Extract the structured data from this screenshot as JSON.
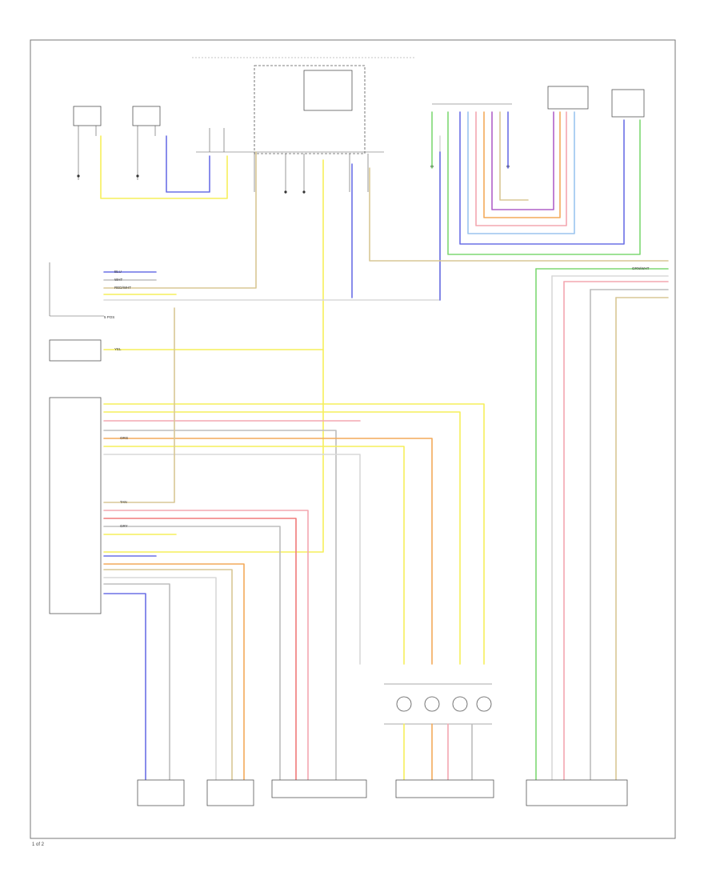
{
  "footer": {
    "code": "1 of 2"
  },
  "colors": {
    "yellow": "#f6ef5c",
    "blue": "#6b70e6",
    "lightblue": "#9bc4ee",
    "green": "#7ed873",
    "pink": "#f3a7b1",
    "orange": "#f4aa5a",
    "violet": "#b060c8",
    "tan": "#d8c795",
    "gray": "#bdbdbd",
    "lightgray": "#d8d8d8",
    "red": "#f07a7a"
  },
  "wire_labels": {
    "yel": "YEL",
    "blu": "BLU",
    "wht": "WHT",
    "red_wht": "RED/WHT",
    "org": "ORG",
    "tan": "TAN",
    "gry": "GRY",
    "grn_wht": "GRN/WHT"
  },
  "legend": {
    "pos": "5 POS"
  }
}
